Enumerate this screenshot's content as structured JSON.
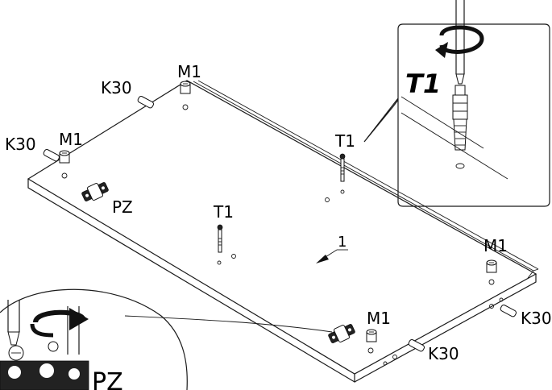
{
  "labels": {
    "k30_a": "K30",
    "k30_b": "K30",
    "k30_c": "K30",
    "k30_d": "K30",
    "m1_a": "M1",
    "m1_b": "M1",
    "m1_c": "M1",
    "m1_d": "M1",
    "t1_a": "T1",
    "t1_b": "T1",
    "t1_detail": "T1",
    "pz_a": "PZ",
    "pz_detail": "PZ",
    "step_number": "1"
  },
  "icons": [
    "screwdriver-icon",
    "rotate-arrow-icon",
    "dowel-icon",
    "cam-lock-icon",
    "cam-screw-icon",
    "hinge-plate-icon"
  ]
}
